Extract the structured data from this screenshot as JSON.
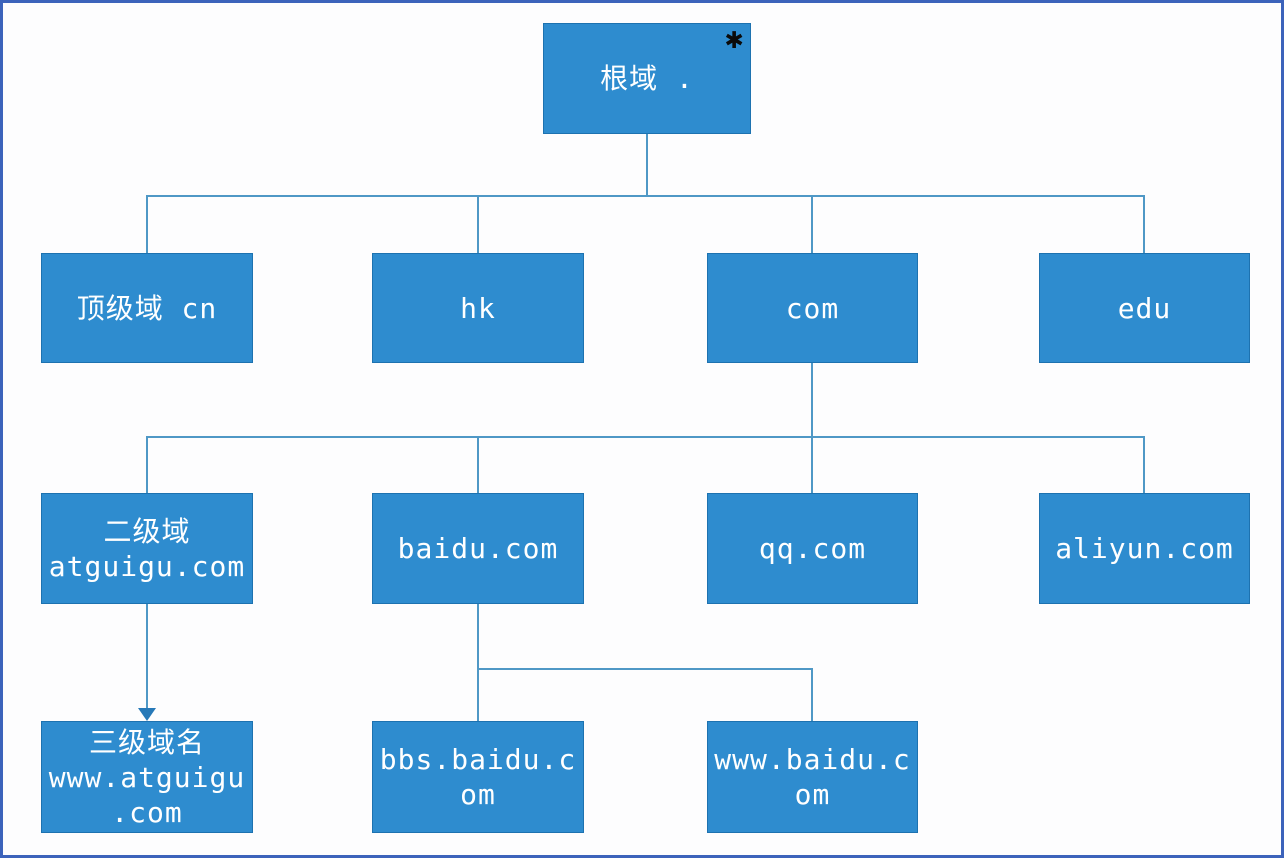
{
  "colors": {
    "page_bg": "#fdfdfe",
    "frame_color": "#3c63bb",
    "box_fill": "#2e8ccf",
    "box_border": "#1d72b0",
    "connector_color": "#4f98c6",
    "arrow_color": "#2779b8",
    "text_color": "#ffffff"
  },
  "diagram": {
    "description_domain_tree": "DNS domain hierarchy",
    "root_marker": "✱",
    "nodes": {
      "root": {
        "label": "根域 .",
        "text": "根域 ."
      },
      "cn": {
        "label": "顶级域 cn",
        "text": "顶级域 cn"
      },
      "hk": {
        "label": "hk",
        "text": "hk"
      },
      "com": {
        "label": "com",
        "text": "com"
      },
      "edu": {
        "label": "edu",
        "text": "edu"
      },
      "atguigu": {
        "label": "二级域 atguigu.com",
        "text": "二级域\natguigu.com"
      },
      "baidu": {
        "label": "baidu.com",
        "text": "baidu.com"
      },
      "qq": {
        "label": "qq.com",
        "text": "qq.com"
      },
      "aliyun": {
        "label": "aliyun.com",
        "text": "aliyun.com"
      },
      "www_atguigu": {
        "label": "三级域名 www.atguigu.com",
        "text": "三级域名\nwww.atguigu\n.com"
      },
      "bbs_baidu": {
        "label": "bbs.baidu.com",
        "text": "bbs.baidu.c\nom"
      },
      "www_baidu": {
        "label": "www.baidu.com",
        "text": "www.baidu.c\nom"
      }
    },
    "edges": [
      {
        "from": "root",
        "to": "cn"
      },
      {
        "from": "root",
        "to": "hk"
      },
      {
        "from": "root",
        "to": "com"
      },
      {
        "from": "root",
        "to": "edu"
      },
      {
        "from": "com",
        "to": "atguigu"
      },
      {
        "from": "com",
        "to": "baidu"
      },
      {
        "from": "com",
        "to": "qq"
      },
      {
        "from": "com",
        "to": "aliyun"
      },
      {
        "from": "atguigu",
        "to": "www_atguigu",
        "style": "arrow"
      },
      {
        "from": "baidu",
        "to": "bbs_baidu"
      },
      {
        "from": "baidu",
        "to": "www_baidu"
      }
    ]
  }
}
